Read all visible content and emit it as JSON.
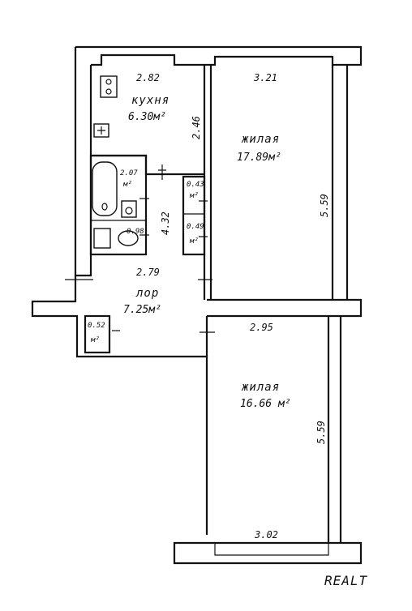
{
  "rooms": {
    "kitchen": {
      "name": "кухня",
      "area": "6.30м²",
      "width": "2.82",
      "depth": "2.46"
    },
    "living_top": {
      "name": "жилая",
      "area": "17.89м²",
      "width": "3.21",
      "depth": "5.59"
    },
    "living_bottom": {
      "name": "жилая",
      "area": "16.66 м²",
      "width_top": "2.95",
      "width_bottom": "3.02",
      "depth": "5.59"
    },
    "hall": {
      "name": "лор",
      "area": "7.25м²",
      "width": "2.79",
      "length": "4.32"
    },
    "bathroom": {
      "area": "2.07",
      "unit": "м²"
    },
    "toilet": {
      "area": "0.98"
    },
    "closet_1": {
      "area": "0.43",
      "unit": "м²"
    },
    "closet_2": {
      "area": "0.49",
      "unit": "м²"
    },
    "closet_3": {
      "area": "0.52",
      "unit": "м²"
    }
  },
  "watermark": "REALT"
}
